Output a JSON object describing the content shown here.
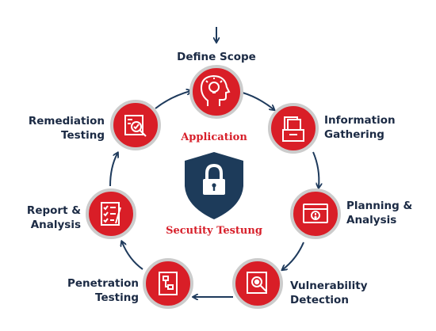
{
  "colors": {
    "node_red": "#d91e27",
    "node_border": "#c8c8c8",
    "arrow": "#1e3a5c",
    "shield": "#1d3b5a",
    "text_dark": "#1b2a44",
    "text_red": "#d71f2a"
  },
  "center": {
    "title": "Application",
    "subtitle": "Secutity Testung",
    "icon": "shield-lock-icon"
  },
  "steps": [
    {
      "label": "Define Scope",
      "icon": "head-bulb-icon"
    },
    {
      "label": "Information\nGathering",
      "icon": "folders-icon"
    },
    {
      "label": "Planning &\nAnalysis",
      "icon": "browser-warning-icon"
    },
    {
      "label": "Vulnerability\nDetection",
      "icon": "bug-magnifier-icon"
    },
    {
      "label": "Penetration\nTesting",
      "icon": "flowchart-doc-icon"
    },
    {
      "label": "Report &\nAnalysis",
      "icon": "checklist-pen-icon"
    },
    {
      "label": "Remediation\nTesting",
      "icon": "doc-magnifier-icon"
    }
  ]
}
